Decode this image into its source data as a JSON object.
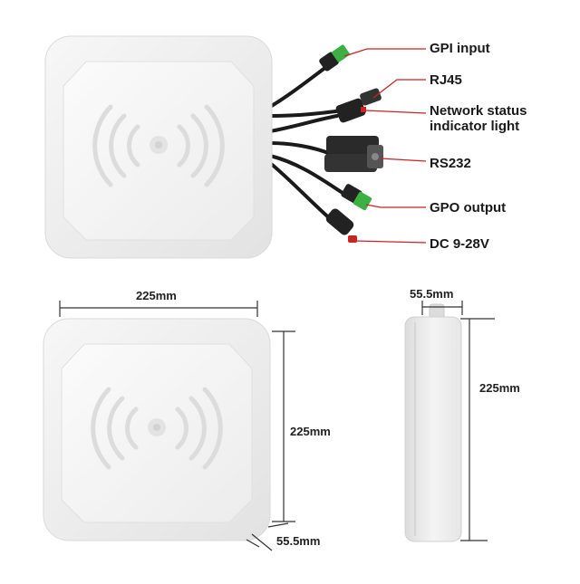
{
  "labels": {
    "gpi": "GPI input",
    "rj45": "RJ45",
    "network_line1": "Network status",
    "network_line2": "indicator light",
    "rs232": "RS232",
    "gpo": "GPO output",
    "dc": "DC 9-28V"
  },
  "dimensions": {
    "front_width": "225mm",
    "front_height": "225mm",
    "front_depth": "55.5mm",
    "side_depth": "55.5mm",
    "side_height": "225mm"
  },
  "colors": {
    "device_body": "#eeeeee",
    "cable": "#1a1a1a",
    "connector_green": "#3cb043",
    "leader_red": "#cc2222"
  }
}
